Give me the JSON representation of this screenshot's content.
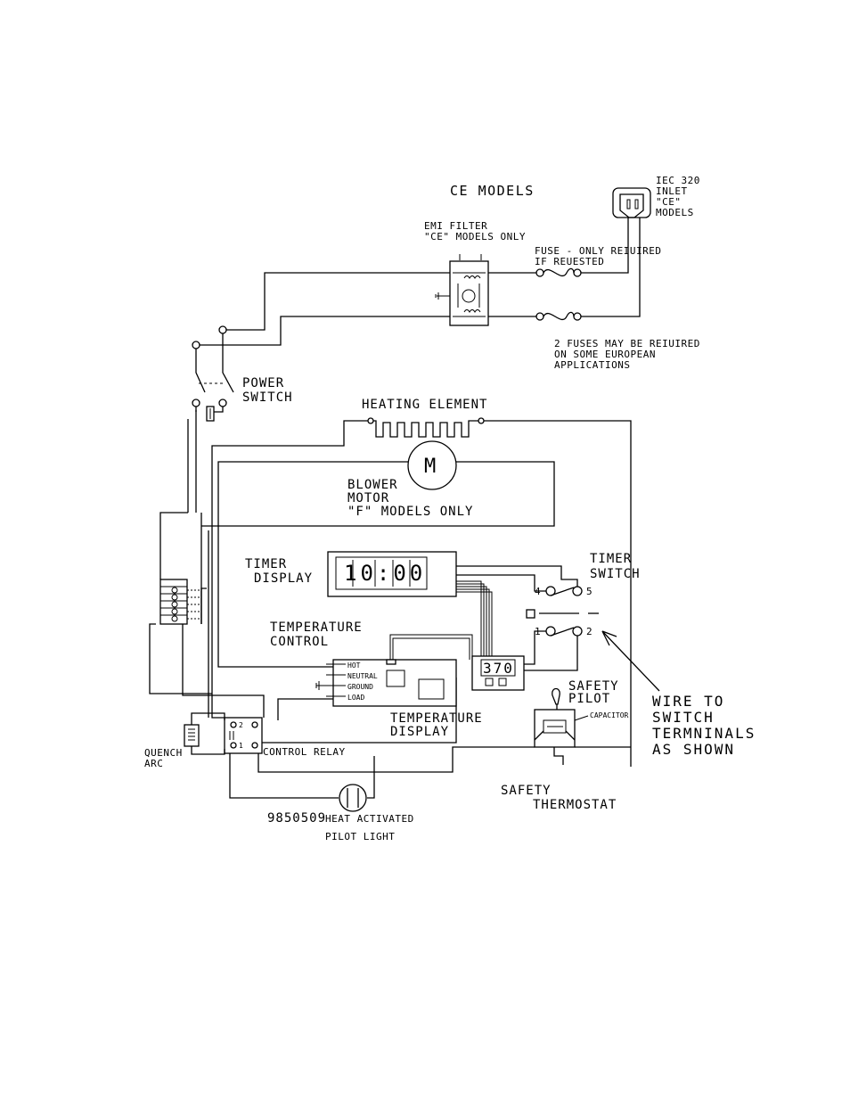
{
  "labels": {
    "ce_models": "CE MODELS",
    "iec_line1": "IEC 320",
    "iec_line2": "INLET",
    "iec_line3": "\"CE\"",
    "iec_line4": "MODELS",
    "emi_line1": "EMI FILTER",
    "emi_line2": "\"CE\" MODELS ONLY",
    "fuse_line1": "FUSE - ONLY REIUIRED",
    "fuse_line2": "IF REUESTED",
    "fuses_line1": "2 FUSES MAY BE REIUIRED",
    "fuses_line2": "ON SOME EUROPEAN",
    "fuses_line3": "APPLICATIONS",
    "power_line1": "POWER",
    "power_line2": "SWITCH",
    "heating_element": "HEATING ELEMENT",
    "motor_symbol": "M",
    "blower_line1": "BLOWER",
    "blower_line2": "MOTOR",
    "blower_line3": "\"F\" MODELS ONLY",
    "timer_display_line1": "TIMER",
    "timer_display_line2": "DISPLAY",
    "timer_readout": "10:00",
    "timer_switch_line1": "TIMER",
    "timer_switch_line2": "SWITCH",
    "sw_4": "4",
    "sw_5": "5",
    "sw_1": "1",
    "sw_2": "2",
    "temp_control_line1": "TEMPERATURE",
    "temp_control_line2": "CONTROL",
    "term_hot": "HOT",
    "term_neutral": "NEUTRAL",
    "term_ground": "GROUND",
    "term_load": "LOAD",
    "temp_readout": "370",
    "temp_display_line1": "TEMPERATURE",
    "temp_display_line2": "DISPLAY",
    "safety_pilot_line1": "SAFETY",
    "safety_pilot_line2": "PILOT",
    "capacitor": "CAPACITOR",
    "wire_line1": "WIRE TO",
    "wire_line2": "SWITCH",
    "wire_line3": "TERMNINALS",
    "wire_line4": "AS SHOWN",
    "quench_line1": "QUENCH",
    "quench_line2": "ARC",
    "control_relay": "CONTROL RELAY",
    "relay_2": "2",
    "relay_1": "1",
    "safety_thermo_line1": "SAFETY",
    "safety_thermo_line2": "THERMOSTAT",
    "part_number": "9850509",
    "pilot_line1": "HEAT ACTIVATED",
    "pilot_line2": "PILOT LIGHT"
  }
}
